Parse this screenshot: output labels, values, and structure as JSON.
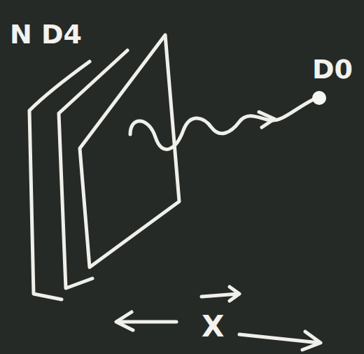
{
  "diagram": {
    "labels": [
      "N D4",
      "D0",
      "X"
    ]
  }
}
